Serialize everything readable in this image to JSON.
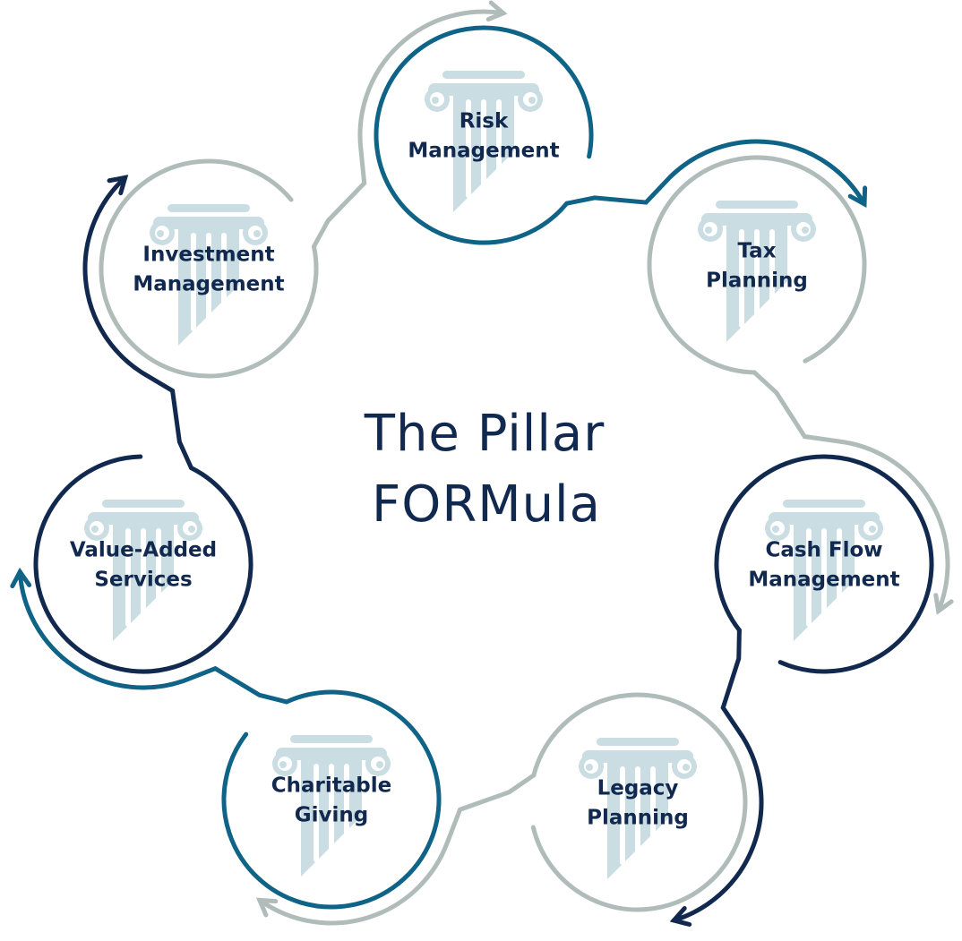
{
  "title": {
    "line1": "The Pillar",
    "line2": "FORMula"
  },
  "colors": {
    "teal": "#0e6386",
    "gray": "#b0bcb9",
    "navy": "#12294f",
    "pillar": "#c9dde2",
    "text": "#12294f"
  },
  "nodes": [
    {
      "id": "risk-management",
      "lines": [
        "Risk",
        "Management"
      ],
      "color": "teal"
    },
    {
      "id": "tax-planning",
      "lines": [
        "Tax",
        "Planning"
      ],
      "color": "gray"
    },
    {
      "id": "cash-flow-management",
      "lines": [
        "Cash Flow",
        "Management"
      ],
      "color": "navy"
    },
    {
      "id": "legacy-planning",
      "lines": [
        "Legacy",
        "Planning"
      ],
      "color": "gray"
    },
    {
      "id": "charitable-giving",
      "lines": [
        "Charitable",
        "Giving"
      ],
      "color": "teal"
    },
    {
      "id": "value-added-services",
      "lines": [
        "Value-Added",
        "Services"
      ],
      "color": "navy"
    },
    {
      "id": "investment-management",
      "lines": [
        "Investment",
        "Management"
      ],
      "color": "gray"
    }
  ],
  "flow_direction": "clockwise"
}
